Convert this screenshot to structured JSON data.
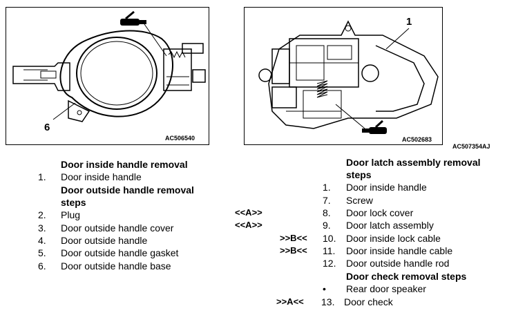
{
  "figure": {
    "left_panel": {
      "code": "AC506540",
      "callout": "6"
    },
    "right_panel": {
      "code": "AC502683",
      "callout": "1"
    },
    "figure_code": "AC507354AJ"
  },
  "left_list": {
    "heading1": "Door inside handle removal",
    "item1": {
      "num": "1.",
      "label": "Door inside handle"
    },
    "heading2a": "Door outside handle removal",
    "heading2b": "steps",
    "items": [
      {
        "num": "2.",
        "label": "Plug"
      },
      {
        "num": "3.",
        "label": "Door outside handle cover"
      },
      {
        "num": "4.",
        "label": "Door outside handle"
      },
      {
        "num": "5.",
        "label": "Door outside handle gasket"
      },
      {
        "num": "6.",
        "label": "Door outside handle base"
      }
    ]
  },
  "right_list": {
    "heading1a": "Door latch assembly removal",
    "heading1b": "steps",
    "items": [
      {
        "mark": "",
        "num": "1.",
        "label": "Door inside handle"
      },
      {
        "mark": "",
        "num": "7.",
        "label": "Screw"
      },
      {
        "mark": "<<A>>",
        "num": "8.",
        "label": "Door lock cover"
      },
      {
        "mark": "<<A>>",
        "num": "9.",
        "label": "Door latch assembly"
      },
      {
        "mark": ">>B<<",
        "num": "10.",
        "label": "Door inside lock cable"
      },
      {
        "mark": ">>B<<",
        "num": "11.",
        "label": "Door inside handle cable"
      },
      {
        "mark": "",
        "num": "12.",
        "label": "Door outside handle rod"
      }
    ],
    "heading2": "Door check removal steps",
    "bullet_item": {
      "num": "•",
      "label": "Rear door speaker"
    },
    "last_item": {
      "mark": ">>A<<",
      "num": "13.",
      "label": "Door check"
    }
  }
}
